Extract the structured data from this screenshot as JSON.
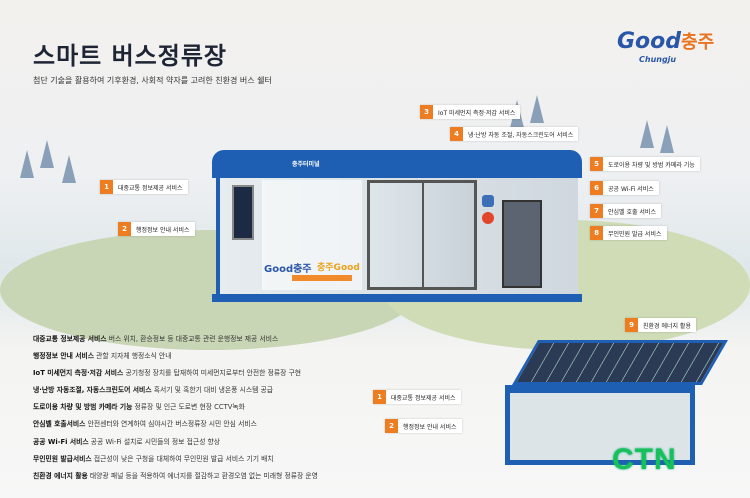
{
  "header": {
    "title": "스마트 버스정류장",
    "subtitle": "첨단 기술을 활용하여 기후환경, 사회적 약자를 고려한 친환경 버스 쉘터"
  },
  "logo": {
    "good": "Good",
    "city": "충주",
    "sub": "Chungju"
  },
  "shelter": {
    "sign": "충주터미널",
    "panel_logo": "Good충주",
    "panel_logo2": "충주Good"
  },
  "callouts": [
    {
      "n": "1",
      "label": "대중교통 정보제공 서비스"
    },
    {
      "n": "2",
      "label": "행정정보 안내 서비스"
    },
    {
      "n": "3",
      "label": "IoT 미세먼지 측정·저감 서비스"
    },
    {
      "n": "4",
      "label": "냉·난방 자동 조절, 자동스크린도어 서비스"
    },
    {
      "n": "5",
      "label": "도로이용 차량 및 방범 카메라 기능"
    },
    {
      "n": "6",
      "label": "공공 Wi-Fi 서비스"
    },
    {
      "n": "7",
      "label": "안심벨 호출 서비스"
    },
    {
      "n": "8",
      "label": "무인민원 발급 서비스"
    },
    {
      "n": "9",
      "label": "친환경 에너지 활용"
    }
  ],
  "mini_callouts": [
    {
      "n": "1",
      "label": "대중교통 정보제공 서비스"
    },
    {
      "n": "2",
      "label": "행정정보 안내 서비스"
    }
  ],
  "services": [
    {
      "title": "대중교통 정보제공 서비스",
      "desc": " 버스 위치, 환승정보 등 대중교통 관련 운행정보 제공 서비스"
    },
    {
      "title": "행정정보 안내 서비스",
      "desc": " 관할 지자체 행정소식 안내"
    },
    {
      "title": "IoT 미세먼지 측정·저감 서비스",
      "desc": " 공기청정 장치를 탑재하여 미세먼지로부터 안전한 정류장 구현"
    },
    {
      "title": "냉·난방 자동조절, 자동스크린도어 서비스",
      "desc": " 혹서기 및 혹한기 대비 냉온풍 시스템 공급"
    },
    {
      "title": "도로이용 차량 및 방범 카메라 기능",
      "desc": " 정류장 및 인근 도로변 현장 CCTV녹화"
    },
    {
      "title": "안심벨 호출서비스",
      "desc": " 안전센터와 연계하여 심야시간 버스정류장 시민 안심 서비스"
    },
    {
      "title": "공공 Wi-Fi 서비스",
      "desc": " 공공 Wi-Fi 설치로 시민들의 정보 접근성 향상"
    },
    {
      "title": "무인민원 발급서비스",
      "desc": " 접근성이 낮은 구청을 대체하여 무인민원 발급 서비스 기기 배치"
    },
    {
      "title": "친환경 에너지 활용",
      "desc": " 태양광 패널 등을 적용하여 에너지를 절감하고 환경오염 없는 미래형 정류장 운영"
    }
  ],
  "watermark": "CTN",
  "colors": {
    "accent": "#ee7d21",
    "shelter_blue": "#1f5fb3",
    "ctn_green": "#18c05a"
  }
}
